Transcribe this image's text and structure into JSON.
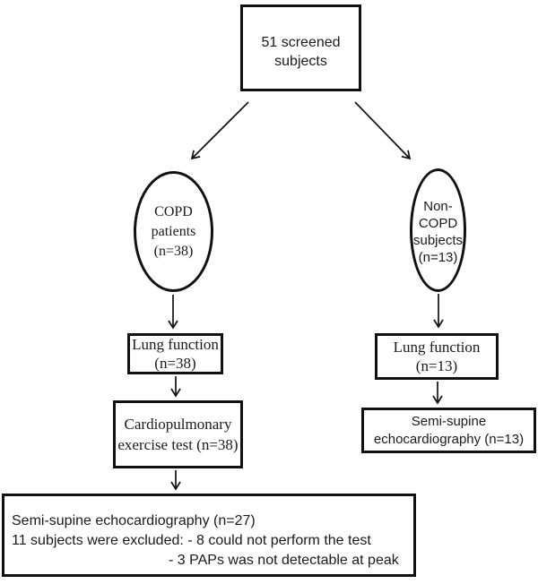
{
  "colors": {
    "ink": "#111111",
    "background": "#ffffff"
  },
  "nodes": {
    "screened": {
      "label": "51 screened\nsubjects"
    },
    "copd": {
      "label": "COPD\npatients\n(n=38)"
    },
    "non_copd": {
      "label": "Non-\nCOPD\nsubjects\n(n=13)"
    },
    "lung_function_copd": {
      "label": "Lung function\n(n=38)"
    },
    "lung_function_non_copd": {
      "label": "Lung function\n(n=13)"
    },
    "cpet": {
      "label": "Cardiopulmonary\nexercise test (n=38)"
    },
    "echo_non_copd": {
      "label": "Semi-supine\nechocardiography (n=13)"
    },
    "echo_copd": {
      "line1": "Semi-supine echocardiography (n=27)",
      "line2": "11 subjects were excluded: - 8 could not perform the test",
      "line3": "- 3 PAPs was not detectable at peak"
    }
  }
}
